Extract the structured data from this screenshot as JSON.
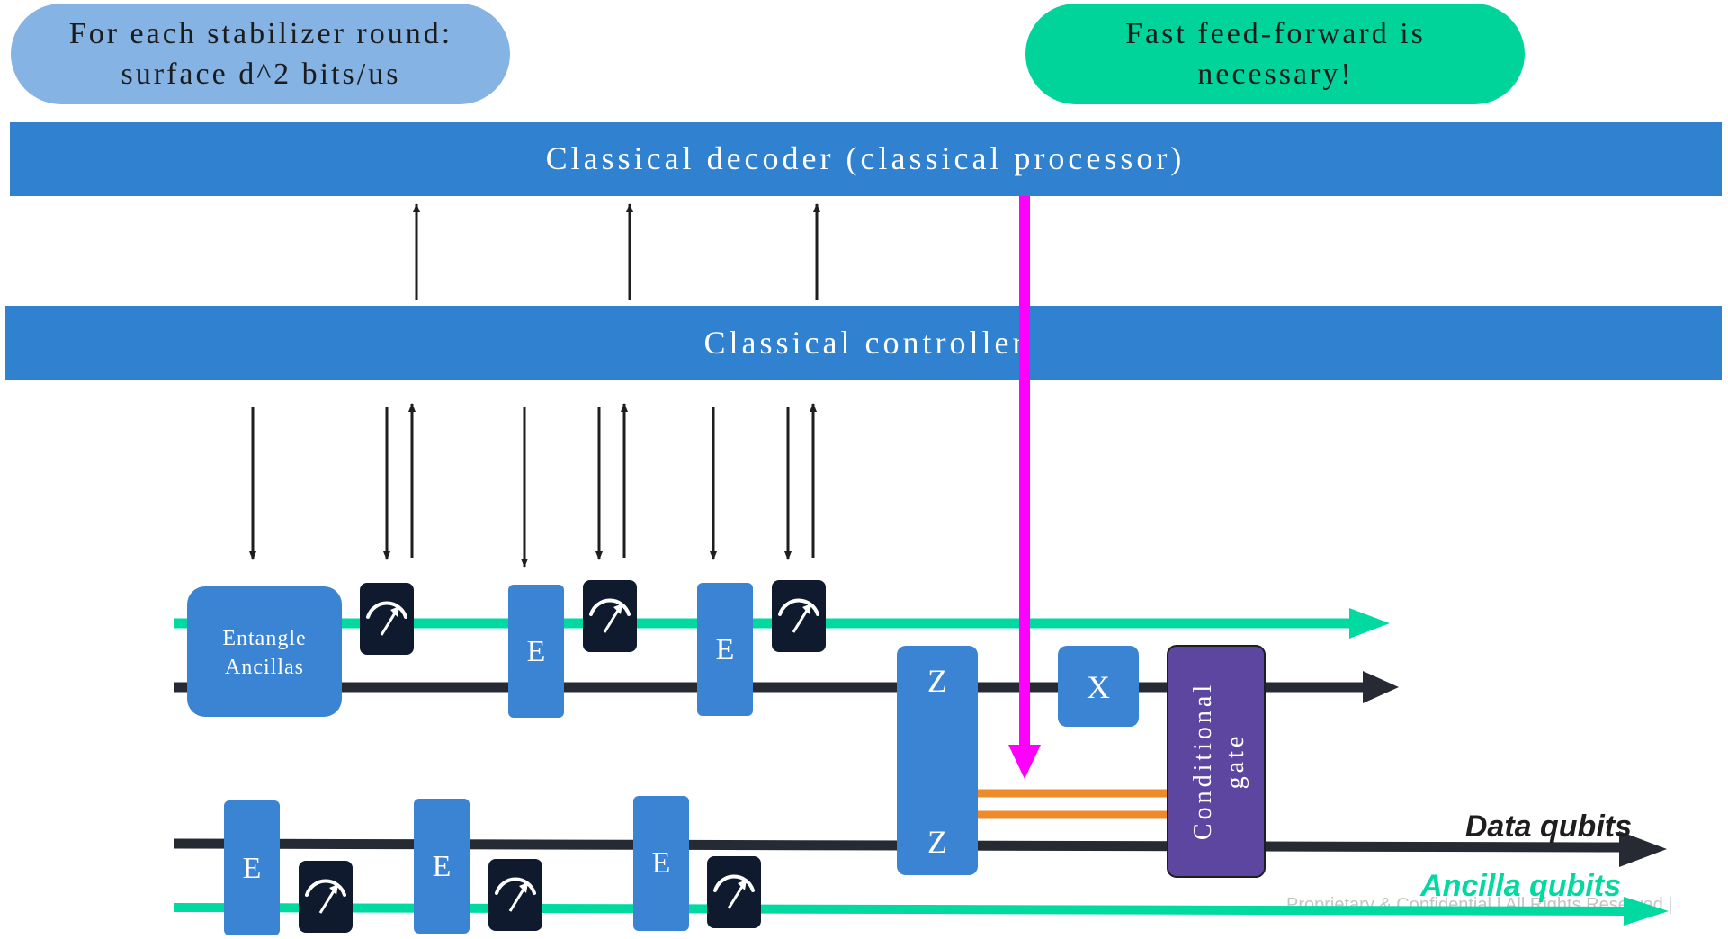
{
  "callouts": {
    "left_line1": "For each stabilizer round:",
    "left_line2": "surface d^2 bits/us",
    "right_line1": "Fast feed-forward is",
    "right_line2": "necessary!"
  },
  "bars": {
    "decoder": "Classical decoder (classical processor)",
    "controller": "Classical controller"
  },
  "gates": {
    "entangle_line1": "Entangle",
    "entangle_line2": "Ancillas",
    "e": "E",
    "z": "Z",
    "x": "X",
    "conditional_line1": "Conditional",
    "conditional_line2": "gate"
  },
  "labels": {
    "data_qubits": "Data qubits",
    "ancilla_qubits": "Ancilla qubits",
    "footer": "Proprietary & Confidential | All Rights Reserved   |"
  },
  "colors": {
    "left_callout": "#84b3e4",
    "right_callout": "#00d49a",
    "bar_blue": "#3081cf",
    "gate_blue": "#3a84d3",
    "meter_dark": "#0f1a2e",
    "ancilla_line": "#00d9a0",
    "data_line": "#252a33",
    "feed_forward": "#ff00ff",
    "coupling": "#ee8a2c",
    "conditional_gate": "#5c46a0"
  },
  "icons": {
    "meter": "measurement-meter-icon"
  }
}
